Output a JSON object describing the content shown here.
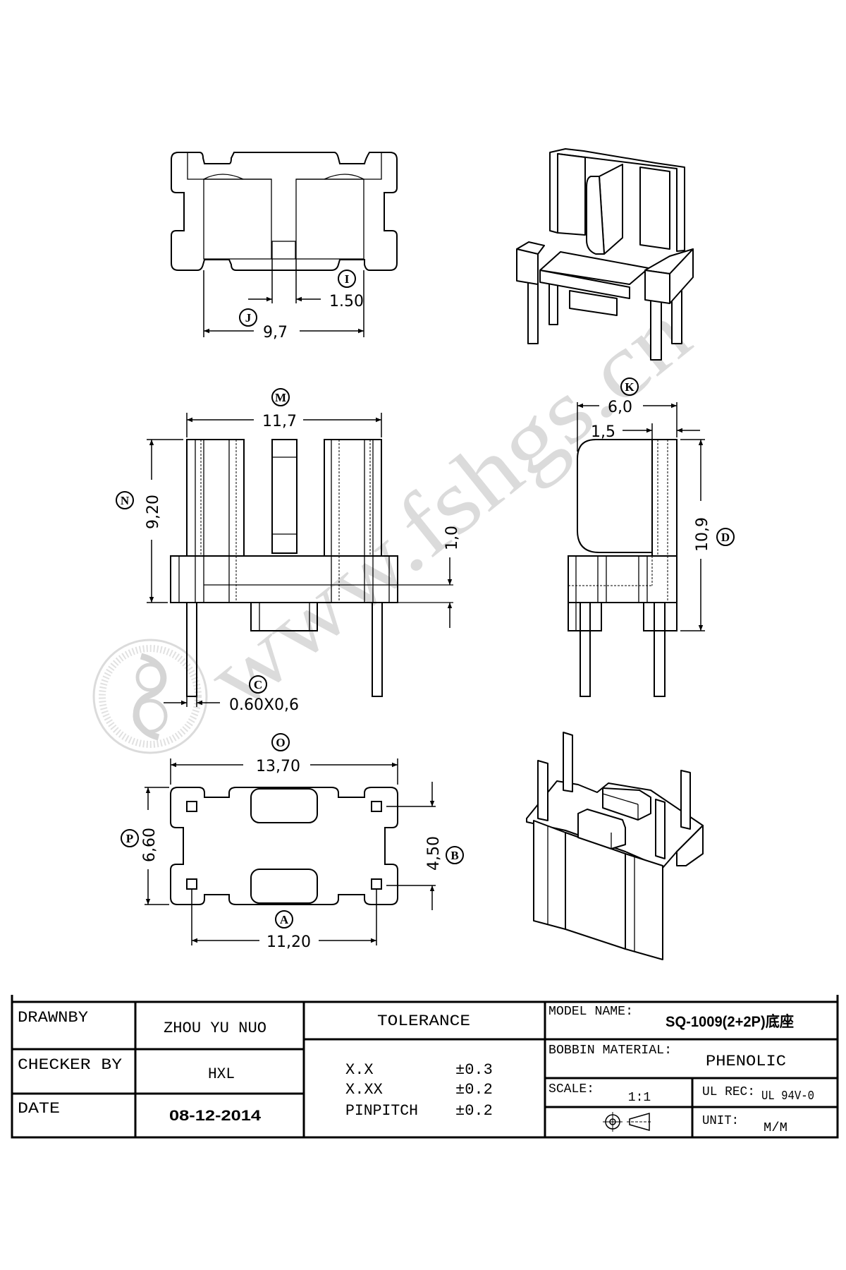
{
  "watermark": {
    "text": "www.fshgs.cn"
  },
  "top_view": {
    "label_i": "I",
    "gap_value": "1.50",
    "label_j": "J",
    "width_value": "9,7"
  },
  "front_view": {
    "label_m": "M",
    "width_value": "11,7",
    "label_n": "N",
    "height_value": "9,20",
    "flange_value": "1,0",
    "label_c": "C",
    "pin_value": "0.60X0,6"
  },
  "side_view": {
    "label_k": "K",
    "depth_value": "6,0",
    "wall_value": "1,5",
    "height_value": "10,9",
    "label_d": "D"
  },
  "bottom_view": {
    "label_o": "O",
    "width_value": "13,70",
    "label_p": "P",
    "height_value": "6,60",
    "pitch_y_value": "4,50",
    "label_b": "B",
    "label_a": "A",
    "pitch_x_value": "11,20"
  },
  "title_block": {
    "drawn_by_label": "DRAWNBY",
    "drawn_by_value": "ZHOU YU NUO",
    "checker_label": "CHECKER BY",
    "checker_value": "HXL",
    "date_label": "DATE",
    "date_value": "08-12-2014",
    "tolerance_label": "TOLERANCE",
    "tolerances": [
      {
        "key": "X.X",
        "value": "±0.3"
      },
      {
        "key": "X.XX",
        "value": "±0.2"
      },
      {
        "key": "PINPITCH",
        "value": "±0.2"
      }
    ],
    "model_label": "MODEL NAME:",
    "model_value": "SQ-1009(2+2P)底座",
    "material_label": "BOBBIN MATERIAL:",
    "material_value": "PHENOLIC",
    "scale_label": "SCALE:",
    "scale_value": "1:1",
    "ul_label": "UL REC:",
    "ul_value": "UL 94V-0",
    "unit_label": "UNIT:",
    "unit_value": "M/M"
  }
}
